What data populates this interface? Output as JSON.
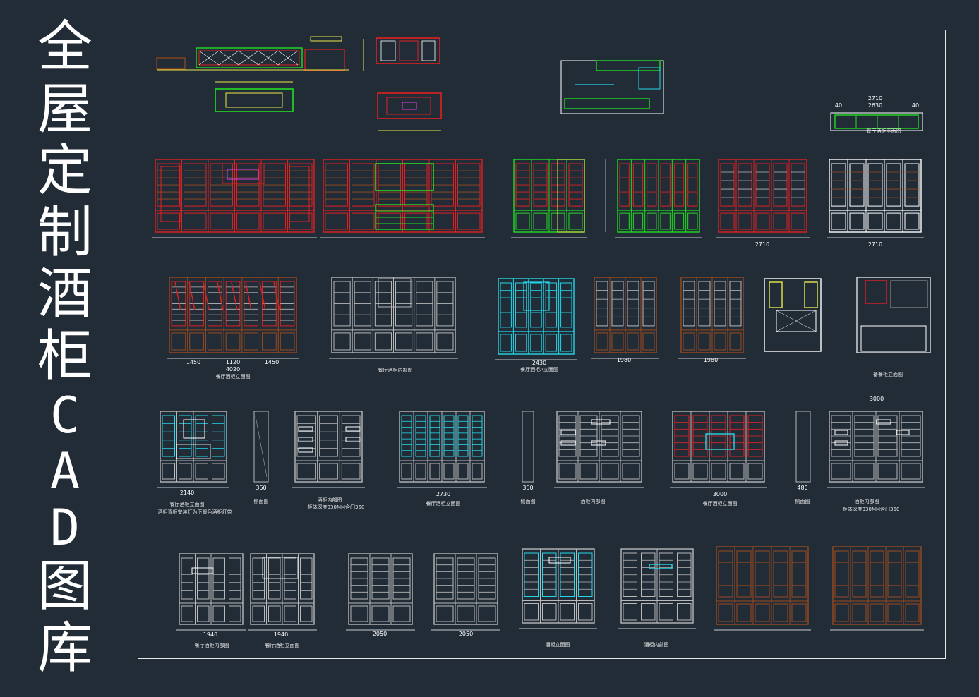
{
  "title": {
    "chars": [
      "全",
      "屋",
      "定",
      "制",
      "酒",
      "柜",
      "C",
      "A",
      "D",
      "图",
      "库"
    ]
  },
  "colors": {
    "background": "#222c37",
    "frame": "#e8e8e8",
    "red": "#e02020",
    "green": "#22dd22",
    "yellow": "#e8e84a",
    "cyan": "#22d8e8",
    "magenta": "#e040e0",
    "brown": "#9a4a1c",
    "white": "#ffffff",
    "gray": "#b8b8b8"
  },
  "dims": {
    "top_right_total": "2710",
    "top_right_a": "40",
    "top_right_b": "2630",
    "top_right_c": "40",
    "r2_d": "2710",
    "r2_e": "2710",
    "r3_a": "4020",
    "r3_b": "1450",
    "r3_c": "1120",
    "r3_d": "1450",
    "r3_e": "2430",
    "r3_f": "1980",
    "r3_g": "1980",
    "r4_a": "2140",
    "r4_b": "350",
    "r4_c": "2730",
    "r4_d": "350",
    "r4_e": "3000",
    "r4_f": "480",
    "r4_g": "3000",
    "r5_a": "1940",
    "r5_b": "1940",
    "r5_c": "2050",
    "r5_d": "2050"
  },
  "captions": {
    "top_right": "餐厅酒柜平面图",
    "r3_1": "餐厅酒柜立面图",
    "r3_2": "餐厅酒柜内部图",
    "r3_3": "餐厅酒柜A立面图",
    "r3_4": "备餐柜立面图",
    "r4_1": "餐厅酒柜立面图",
    "r4_1b": "酒柜背板安装灯为下暖色酒柜灯带",
    "r4_2": "侧面图",
    "r4_3": "酒柜内部图",
    "r4_3b": "柜体深度330MM含门350",
    "r4_4": "餐厅酒柜立面图",
    "r4_5": "侧面图",
    "r4_6": "酒柜内部图",
    "r4_7": "餐厅酒柜立面图",
    "r4_8": "侧面图",
    "r4_9": "酒柜内部图",
    "r4_9b": "柜体深度330MM含门350",
    "r5_1": "餐厅酒柜内部图",
    "r5_2": "餐厅酒柜立面图",
    "r5_3": "酒柜立面图",
    "r5_4": "酒柜内部图"
  }
}
